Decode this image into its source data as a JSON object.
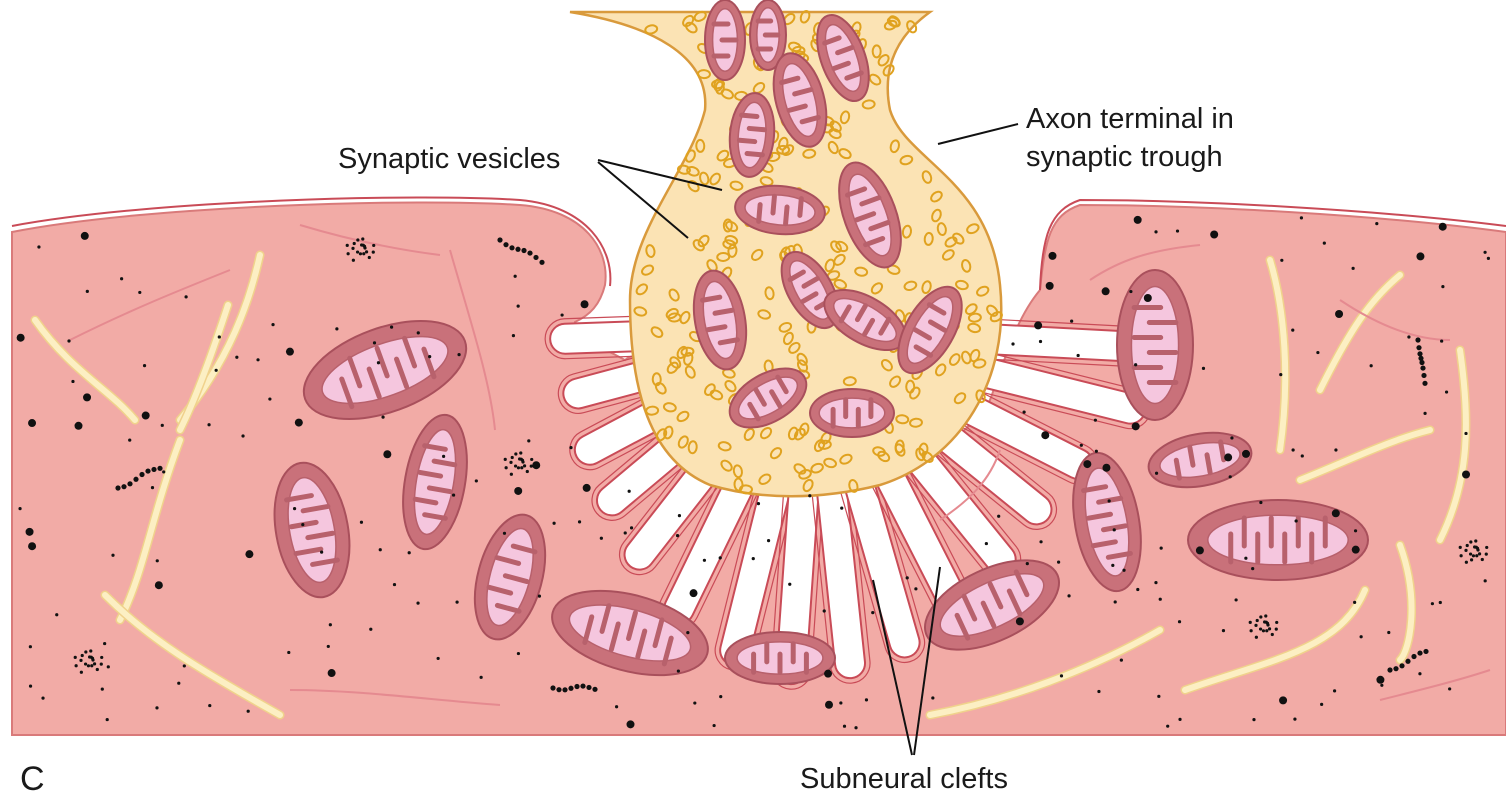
{
  "labels": {
    "synaptic_vesicles": "Synaptic vesicles",
    "axon_line1": "Axon terminal in",
    "axon_line2": "synaptic trough",
    "subneural_clefts": "Subneural clefts",
    "panel_letter": "C"
  },
  "colors": {
    "muscle_fill": "#f2aba6",
    "muscle_edge": "#d97a7a",
    "membrane_edge": "#c94b57",
    "terminal_fill": "#fbe3b4",
    "terminal_edge": "#d99a3c",
    "vesicle": "#e0a21f",
    "mito_outer": "#c9717a",
    "mito_inner": "#f5c6de",
    "mito_cristae": "#b8616c",
    "fiber": "#fcefc3",
    "fiber_edge": "#f0d28c",
    "filament": "#e58a90",
    "granule": "#111111"
  }
}
